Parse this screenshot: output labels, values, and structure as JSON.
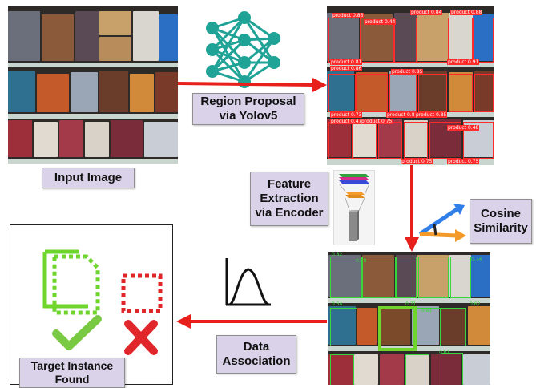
{
  "labels": {
    "input_image": "Input Image",
    "region_proposal_line1": "Region Proposal",
    "region_proposal_line2": "via Yolov5",
    "feature_line1": "Feature",
    "feature_line2": "Extraction",
    "feature_line3": "via Encoder",
    "cosine_line1": "Cosine",
    "cosine_line2": "Similarity",
    "data_assoc_line1": "Data",
    "data_assoc_line2": "Association",
    "target_line1": "Target Instance",
    "target_line2": "Found"
  },
  "detections": {
    "tags": [
      "product 0.86",
      "product 0.44",
      "product 0.84",
      "product 0.88",
      "product 0.91",
      "product 0.81",
      "product 0.86",
      "product 0.85",
      "product 0.73",
      "product 0.47",
      "product 0.75",
      "product 0.87",
      "product 0.85",
      "product 0.48",
      "product 0.75",
      "product 0.75"
    ]
  },
  "matches": {
    "tags": [
      "0.82",
      "0.78",
      "0.74",
      "0.54",
      "0.71",
      "0.81",
      "0.62",
      "0.61"
    ]
  },
  "colors": {
    "arrow": "#e8201c",
    "label_fill": "#d9d2e9",
    "nn_node": "#1fa396",
    "match_green": "#38d63a",
    "highlight_green": "#6fd42b",
    "reject_red": "#e0262a",
    "vector_blue": "#2f7ee8",
    "vector_orange": "#f39a2a"
  }
}
